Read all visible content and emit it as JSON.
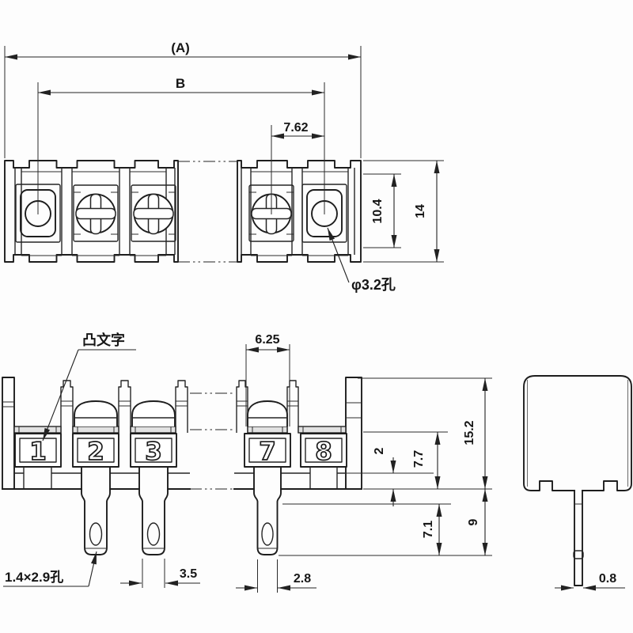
{
  "drawing": {
    "top_view": {
      "dim_overall": "(A)",
      "dim_b": "B",
      "dim_pitch": "7.62",
      "dim_recess_height": "10.4",
      "dim_height": "14",
      "hole_label": "φ3.2孔"
    },
    "front_view": {
      "raised_text_label": "凸文字",
      "dim_opening": "6.25",
      "terminals": [
        "1",
        "2",
        "3",
        "7",
        "8"
      ],
      "dim_total_height": "15.2",
      "dim_upper_height": "7.7",
      "dim_base_height": "2",
      "dim_pin_lower": "7.1",
      "dim_pin_length": "9",
      "dim_pin_width_left": "3.5",
      "dim_pin_width_right": "2.8",
      "pin_hole_label": "1.4×2.9孔"
    },
    "side_view": {
      "dim_pin_thickness": "0.8"
    }
  }
}
